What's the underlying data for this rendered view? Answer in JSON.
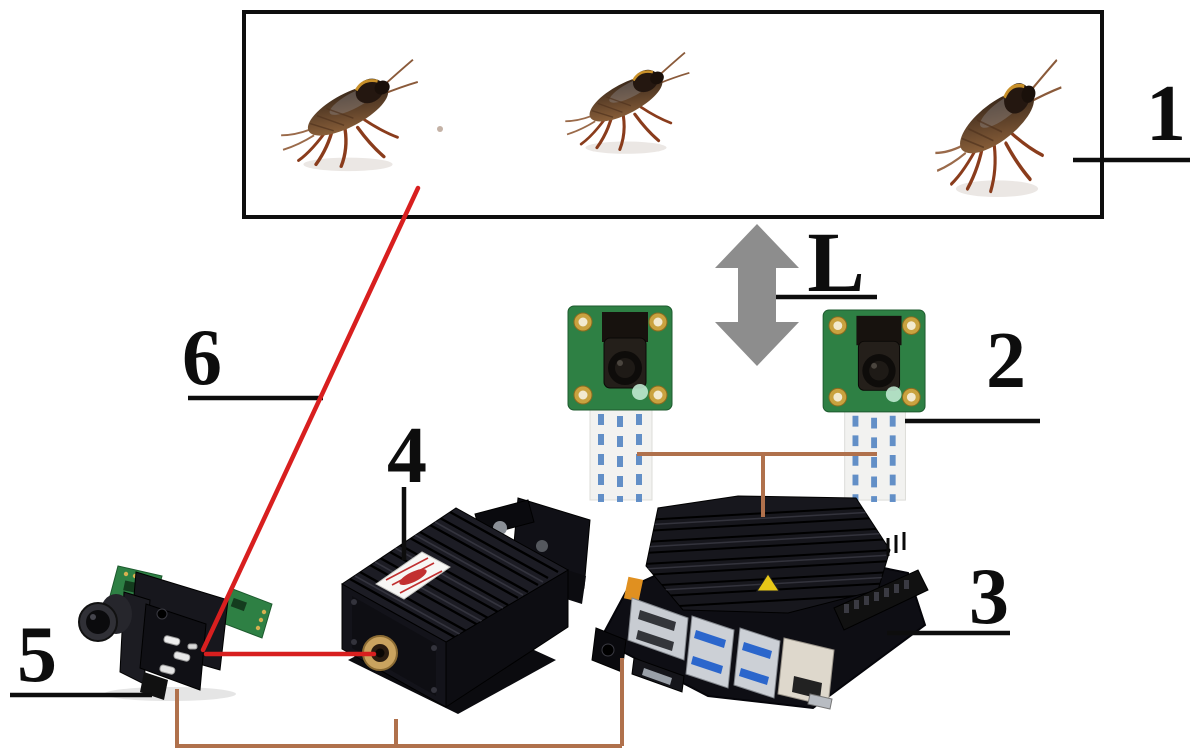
{
  "figure": {
    "labels": {
      "arena": "1",
      "cameras": "2",
      "controller": "3",
      "laser": "4",
      "galvo": "5",
      "beam": "6",
      "distance": "L"
    },
    "components": [
      {
        "label": "1",
        "name": "insect-arena-box",
        "contents": "three-cockroaches"
      },
      {
        "label": "2",
        "name": "stereo-camera-modules",
        "count": 2
      },
      {
        "label": "3",
        "name": "embedded-controller-board"
      },
      {
        "label": "4",
        "name": "laser-module"
      },
      {
        "label": "5",
        "name": "galvo-camera-mount"
      },
      {
        "label": "6",
        "name": "laser-beam"
      },
      {
        "label": "L",
        "name": "distance-arrow"
      }
    ],
    "colors": {
      "laser_beam_red": "#d81f1f",
      "wire_copper": "#b0714c",
      "arrow_gray": "#8d8d8d",
      "pcb_green": "#2e8044",
      "outline_black": "#0e0e0e",
      "ribbon_blue": "#4a7ec0",
      "aperture_gold": "#caa35f"
    }
  }
}
